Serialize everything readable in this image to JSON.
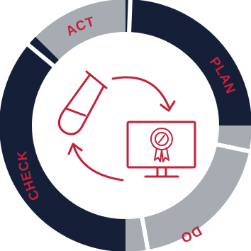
{
  "diagram": {
    "title": "",
    "colors": {
      "ring_dark": "#152038",
      "ring_gray": "#a7abb2",
      "ring_white": "#ffffff",
      "label": "#c4213a",
      "icon": "#c4213a"
    },
    "stages": [
      {
        "key": "plan",
        "label": "PLAN",
        "ring_color": "dark"
      },
      {
        "key": "do",
        "label": "DO",
        "ring_color": "gray"
      },
      {
        "key": "check",
        "label": "CHECK",
        "ring_color": "dark"
      },
      {
        "key": "act",
        "label": "ACT",
        "ring_color": "gray"
      }
    ],
    "icons": [
      "test-tube-icon",
      "monitor-certificate-icon",
      "cycle-arrow-right-icon",
      "cycle-arrow-left-icon"
    ]
  }
}
